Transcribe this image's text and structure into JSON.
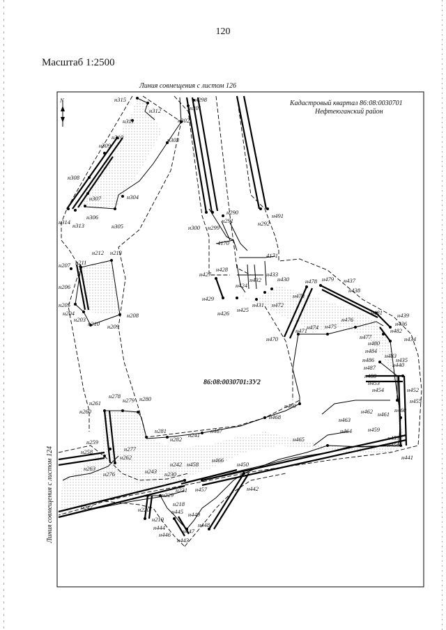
{
  "page_number": "120",
  "scale": "Масштаб 1:2500",
  "frame": {
    "top_join_label": "Линия совмещения с листом 126",
    "left_join_label": "Линия совмещения с листом 124",
    "north_label": "N"
  },
  "cadastral": {
    "quarter": "Кадастровый квартал 86:08:0030701",
    "district": "Нефтеюганский район"
  },
  "parcel_id": "86:08:0030701:ЗУ2",
  "point_labels": [
    "н315",
    "н312",
    "н311",
    "н310",
    "н309",
    "н308",
    "н307",
    "н306",
    "н305",
    "н304",
    "н303",
    "н302",
    "н301",
    "н298",
    "н314",
    "н313",
    "н300",
    "н299",
    "н291",
    "н290",
    "н292",
    "н491",
    "4170",
    "4171",
    "н212",
    "н213",
    "н211",
    "н207",
    "н206",
    "н205",
    "н204",
    "н203",
    "н210",
    "н209",
    "н208",
    "н427",
    "н428",
    "н429",
    "н426",
    "н424",
    "н425",
    "н432",
    "н431",
    "н433",
    "н430",
    "н472",
    "н473",
    "н478",
    "н479",
    "н437",
    "н438",
    "н481",
    "н439",
    "н436",
    "н482",
    "н434",
    "н477",
    "н480",
    "н435",
    "н484",
    "н483",
    "н470",
    "н471",
    "н474",
    "н475",
    "н476",
    "н486",
    "н440",
    "н487",
    "н488",
    "н453",
    "н454",
    "н452",
    "н455",
    "н461",
    "н460",
    "н462",
    "н463",
    "н464",
    "н469",
    "н468",
    "н465",
    "н459",
    "н456",
    "н457",
    "н441",
    "н261",
    "н278",
    "н279",
    "н280",
    "н260",
    "н281",
    "н282",
    "н241",
    "н467",
    "н259",
    "н258",
    "н277",
    "н262",
    "н263",
    "н276",
    "н243",
    "н242",
    "н458",
    "н466",
    "н450",
    "н230",
    "н231",
    "н457",
    "н442",
    "н229",
    "н244",
    "н218",
    "н220",
    "н445",
    "н449",
    "н219",
    "н448",
    "н444",
    "н447",
    "н446",
    "н443"
  ]
}
